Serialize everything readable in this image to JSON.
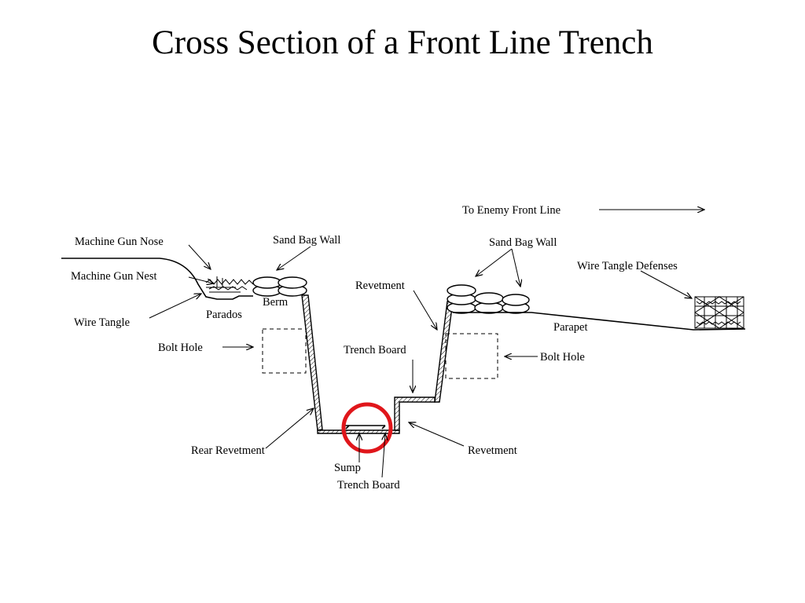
{
  "title": "Cross Section of a Front Line Trench",
  "labels": {
    "enemy_direction": "To Enemy Front Line",
    "machine_gun_nose": "Machine Gun Nose",
    "machine_gun_nest": "Machine Gun Nest",
    "wire_tangle": "Wire Tangle",
    "sand_bag_wall_left": "Sand Bag Wall",
    "berm": "Berm",
    "parados": "Parados",
    "bolt_hole_left": "Bolt Hole",
    "rear_revetment": "Rear Revetment",
    "sump": "Sump",
    "trench_board_bottom": "Trench Board",
    "revetment_top": "Revetment",
    "trench_board_step": "Trench Board",
    "revetment_bottom": "Revetment",
    "sand_bag_wall_right": "Sand Bag Wall",
    "wire_tangle_defenses": "Wire Tangle Defenses",
    "parapet": "Parapet",
    "bolt_hole_right": "Bolt Hole"
  },
  "colors": {
    "ink": "#000000",
    "highlight": "#e0161b",
    "background": "#ffffff"
  },
  "highlight": {
    "target": "sump",
    "shape": "circle"
  }
}
